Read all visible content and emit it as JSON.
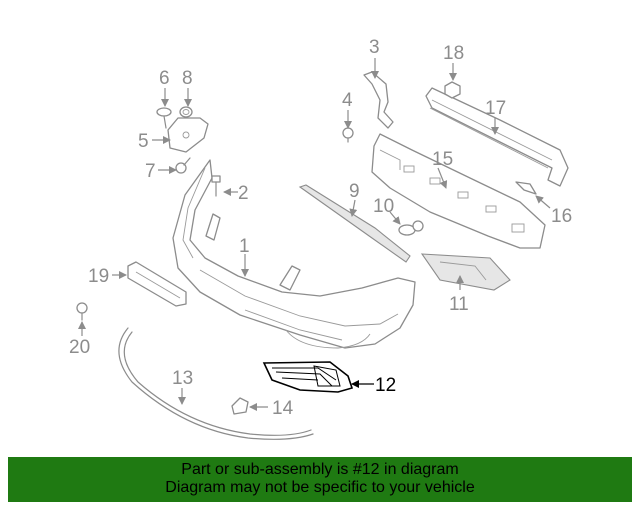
{
  "diagram": {
    "highlighted_part": "12",
    "accent_color": "#1f7a12",
    "callouts": [
      "1",
      "2",
      "3",
      "4",
      "5",
      "6",
      "7",
      "8",
      "9",
      "10",
      "11",
      "12",
      "13",
      "14",
      "15",
      "16",
      "17",
      "18",
      "19",
      "20"
    ]
  },
  "banner": {
    "line1": "Part or sub-assembly is #12 in diagram",
    "line2": "Diagram may not be specific to your vehicle"
  }
}
